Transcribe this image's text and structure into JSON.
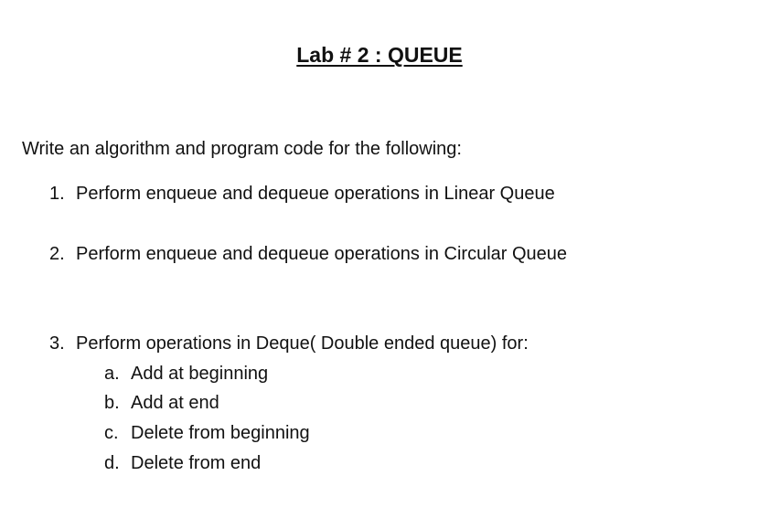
{
  "title": "Lab # 2 : QUEUE",
  "intro": "Write an algorithm and program code for the following:",
  "items": [
    {
      "num": "1.",
      "text": "Perform enqueue and dequeue operations in Linear Queue"
    },
    {
      "num": "2.",
      "text": "Perform enqueue and dequeue operations in Circular Queue"
    },
    {
      "num": "3.",
      "text": "Perform operations in Deque( Double ended queue) for:"
    }
  ],
  "subitems": [
    {
      "num": "a.",
      "text": "Add at beginning"
    },
    {
      "num": "b.",
      "text": "Add at end"
    },
    {
      "num": "c.",
      "text": "Delete from beginning"
    },
    {
      "num": "d.",
      "text": "Delete from end"
    }
  ]
}
